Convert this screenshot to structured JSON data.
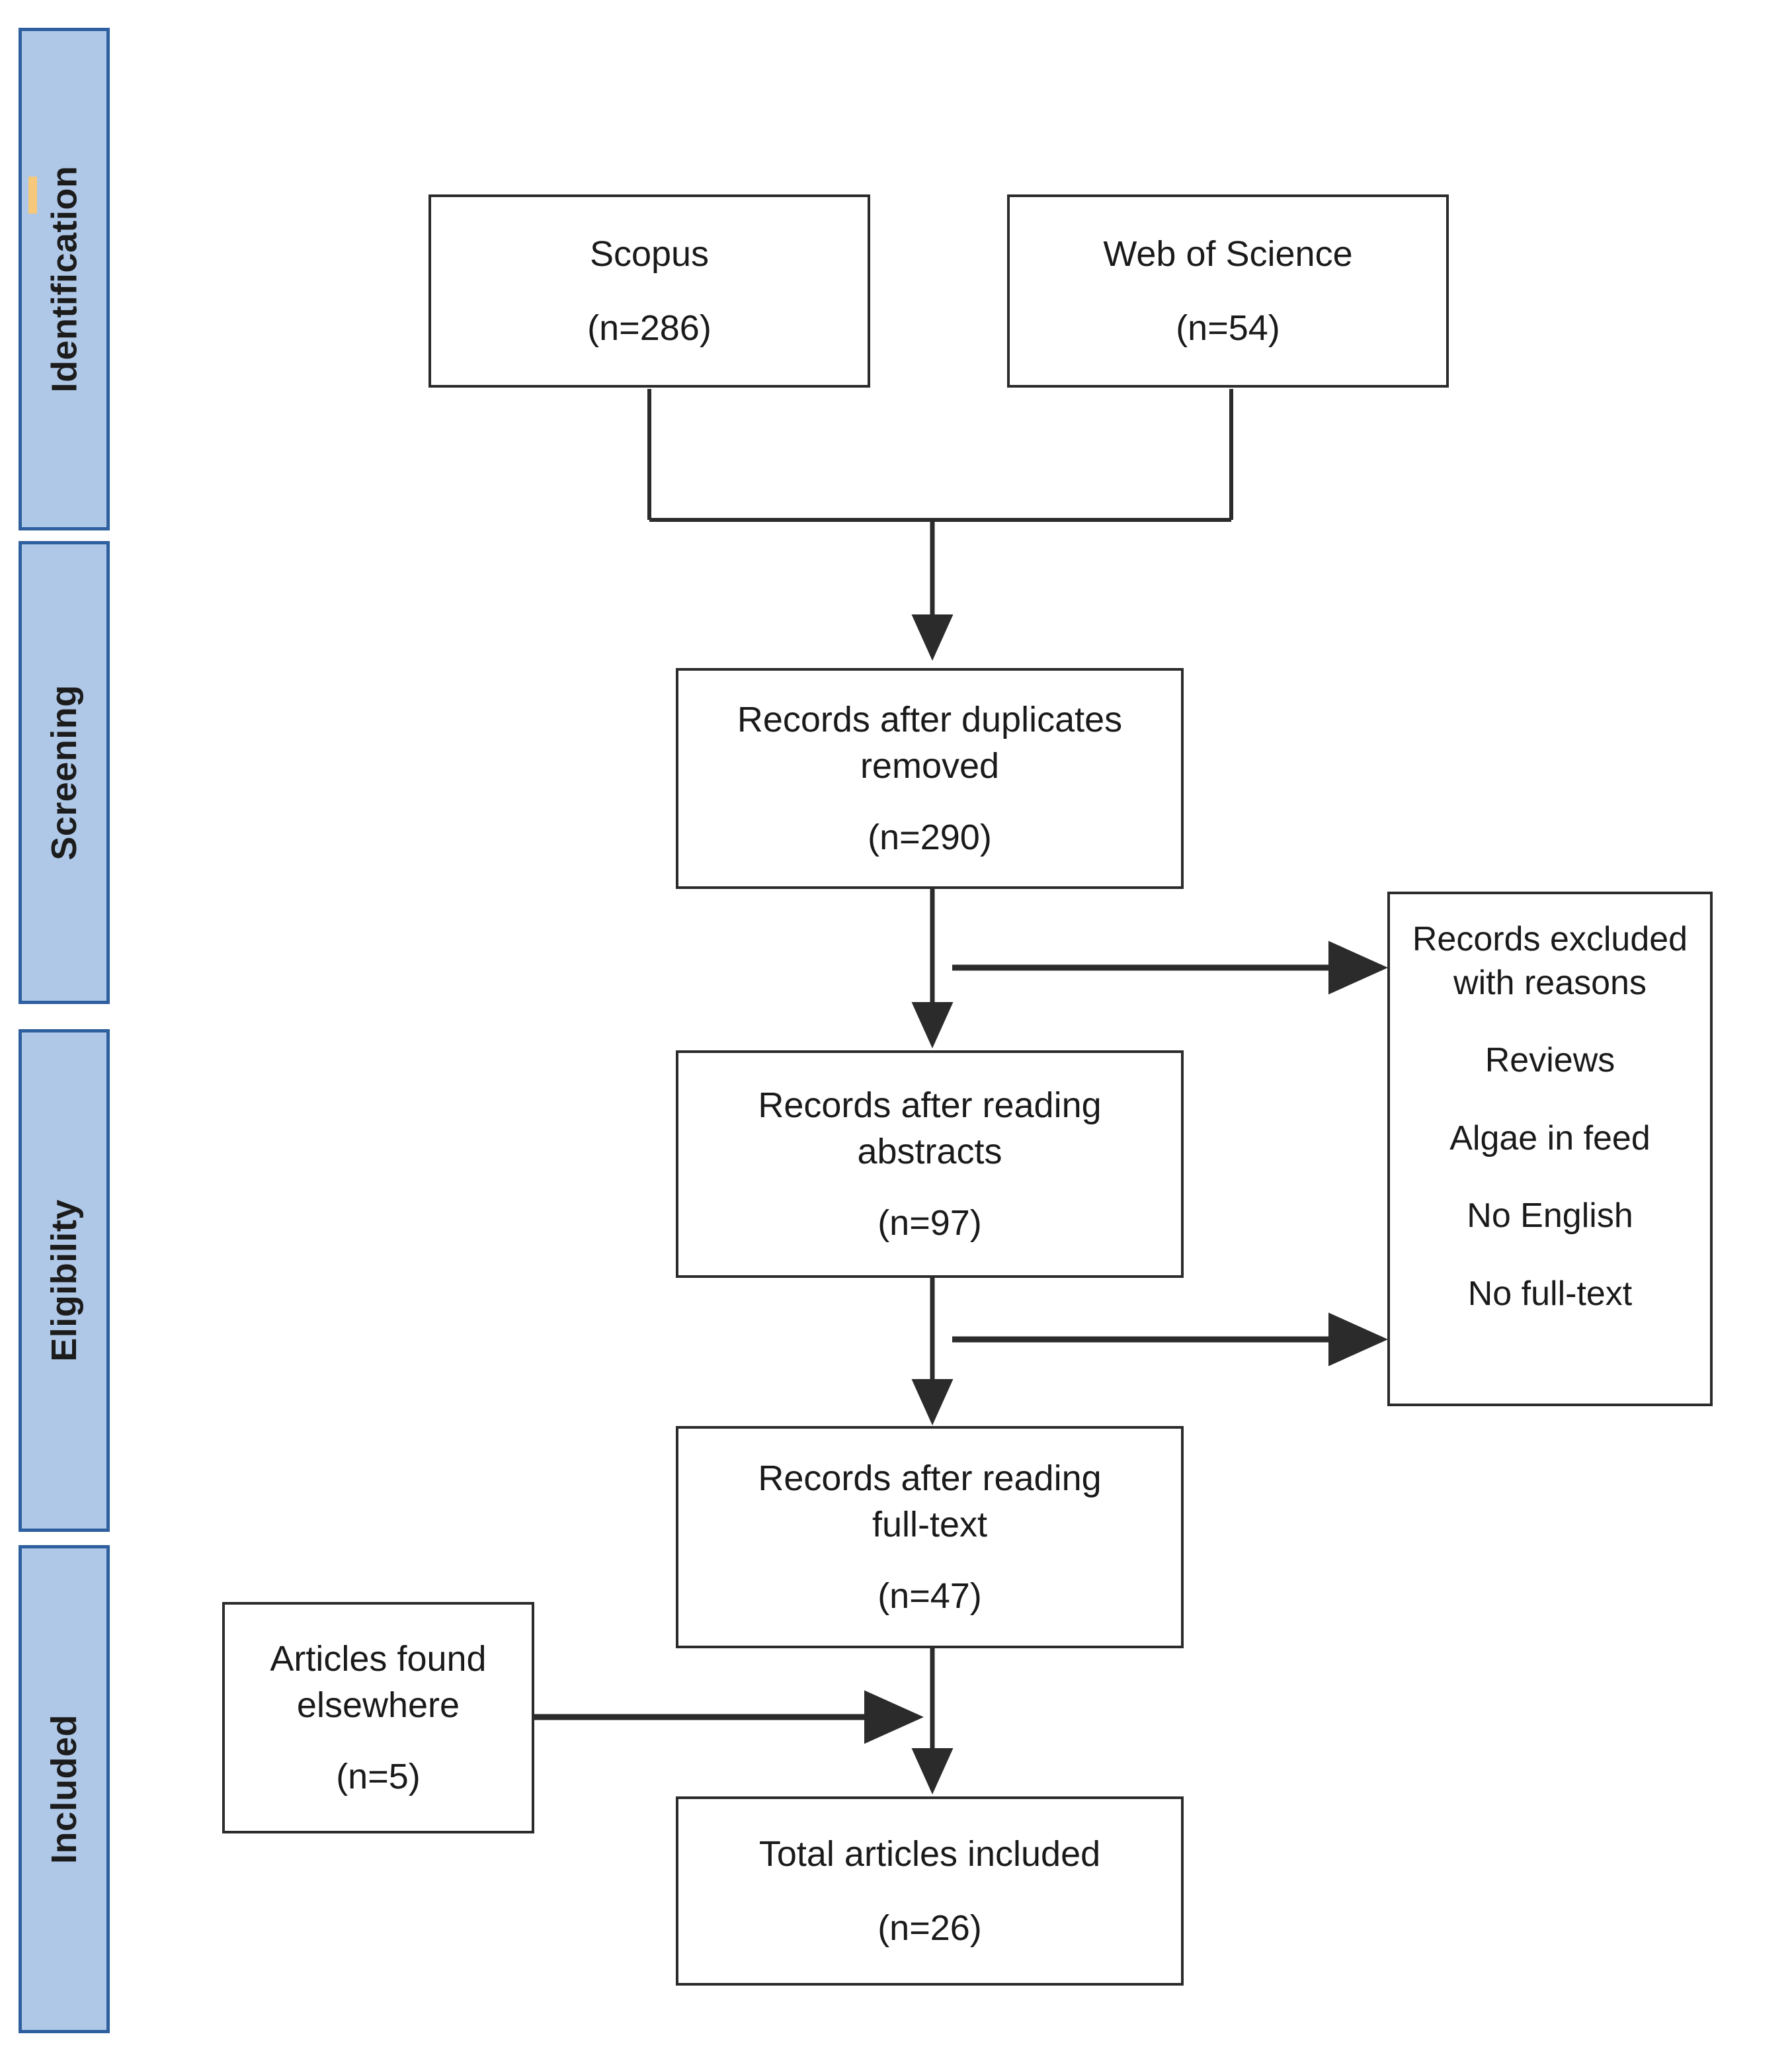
{
  "diagram": {
    "type": "prisma-flow-diagram",
    "title_visible": false,
    "colors": {
      "stage_fill": "#AFC8E8",
      "stage_border": "#2E5F9E",
      "box_border": "#2b2b2b",
      "box_fill": "#FFFFFF",
      "connector": "#2b2b2b",
      "accent_tick": "#F6C97A"
    }
  },
  "stages": [
    {
      "label": "Identification"
    },
    {
      "label": "Screening"
    },
    {
      "label": "Eligibility"
    },
    {
      "label": "Included"
    }
  ],
  "boxes": {
    "scopus": {
      "line1": "Scopus",
      "count": "(n=286)"
    },
    "wos": {
      "line1": "Web of Science",
      "count": "(n=54)"
    },
    "duplicates": {
      "line1": "Records after duplicates",
      "line2": "removed",
      "count": "(n=290)"
    },
    "abstracts": {
      "line1": "Records after reading",
      "line2": "abstracts",
      "count": "(n=97)"
    },
    "fulltext": {
      "line1": "Records after reading",
      "line2": "full-text",
      "count": "(n=47)"
    },
    "elsewhere": {
      "line1": "Articles found",
      "line2": "elsewhere",
      "count": "(n=5)"
    },
    "total": {
      "line1": "Total articles included",
      "count": "(n=26)"
    }
  },
  "excluded": {
    "title_line1": "Records excluded",
    "title_line2": "with reasons",
    "reasons": [
      "Reviews",
      "Algae in feed",
      "No English",
      "No full-text"
    ]
  },
  "flow_data": {
    "type": "flowchart",
    "nodes": [
      {
        "id": "scopus",
        "stage": "Identification",
        "label": "Scopus",
        "n": 286
      },
      {
        "id": "wos",
        "stage": "Identification",
        "label": "Web of Science",
        "n": 54
      },
      {
        "id": "duplicates",
        "stage": "Screening",
        "label": "Records after duplicates removed",
        "n": 290
      },
      {
        "id": "abstracts",
        "stage": "Eligibility",
        "label": "Records after reading abstracts",
        "n": 97
      },
      {
        "id": "fulltext",
        "stage": "Eligibility",
        "label": "Records after reading full-text",
        "n": 47
      },
      {
        "id": "elsewhere",
        "stage": "Included",
        "label": "Articles found elsewhere",
        "n": 5
      },
      {
        "id": "total",
        "stage": "Included",
        "label": "Total articles included",
        "n": 26
      },
      {
        "id": "excluded",
        "stage": "Eligibility",
        "label": "Records excluded with reasons",
        "n": null
      }
    ],
    "edges": [
      {
        "from": "scopus",
        "to": "duplicates",
        "kind": "merge-down"
      },
      {
        "from": "wos",
        "to": "duplicates",
        "kind": "merge-down"
      },
      {
        "from": "duplicates",
        "to": "abstracts",
        "kind": "down"
      },
      {
        "from": "duplicates",
        "to": "excluded",
        "kind": "right"
      },
      {
        "from": "abstracts",
        "to": "fulltext",
        "kind": "down"
      },
      {
        "from": "abstracts",
        "to": "excluded",
        "kind": "right"
      },
      {
        "from": "fulltext",
        "to": "total",
        "kind": "down"
      },
      {
        "from": "elsewhere",
        "to": "total",
        "kind": "right"
      }
    ]
  }
}
